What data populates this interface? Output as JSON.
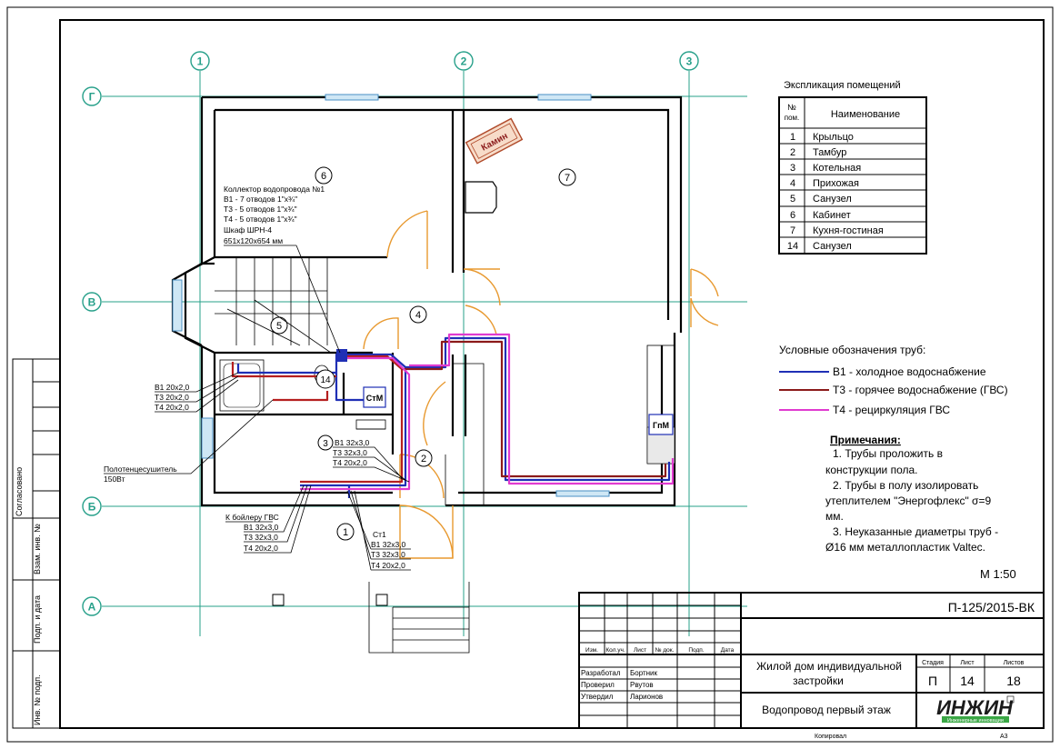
{
  "sheet": {
    "side_labels": [
      "Согласовано",
      "Взам. инв. №",
      "Подп. и дата",
      "Инв. № подп."
    ]
  },
  "axes": {
    "vertical": [
      "1",
      "2",
      "3"
    ],
    "horizontal": [
      "Г",
      "В",
      "Б",
      "А"
    ]
  },
  "rooms": {
    "numbers": [
      "1",
      "2",
      "4",
      "5",
      "6",
      "7",
      "14"
    ],
    "fireplace": "Камин",
    "collectors": [
      "СтМ",
      "ГпМ"
    ]
  },
  "annotations": {
    "collector_lines": [
      "Коллектор водопровода №1",
      "В1 - 7 отводов 1\"х¾\"",
      "Т3 - 5 отводов 1\"х¾\"",
      "Т4 - 5 отводов 1\"х¾\"",
      "Шкаф ШРН-4",
      "651х120х654 мм"
    ],
    "left_pipes": [
      "В1 20х2,0",
      "Т3 20х2,0",
      "Т4 20х2,0"
    ],
    "towel_warmer": [
      "Полотенцесушитель",
      "150Вт"
    ],
    "riser3_num": "3",
    "riser3": [
      "В1 32х3,0",
      "Т3 32х3,0",
      "Т4 20х2,0"
    ],
    "boiler": [
      "К бойлеру ГВС",
      "В1 32х3,0",
      "Т3 32х3,0",
      "Т4 20х2,0"
    ],
    "st1": [
      "Ст1",
      "В1 32х3,0",
      "Т3 32х3,0",
      "Т4 20х2,0"
    ]
  },
  "explication": {
    "title": "Экспликация помещений",
    "col_num": "№",
    "col_num2": "пом.",
    "col_name": "Наименование",
    "rows": [
      {
        "num": "1",
        "name": "Крыльцо"
      },
      {
        "num": "2",
        "name": "Тамбур"
      },
      {
        "num": "3",
        "name": "Котельная"
      },
      {
        "num": "4",
        "name": "Прихожая"
      },
      {
        "num": "5",
        "name": "Санузел"
      },
      {
        "num": "6",
        "name": "Кабинет"
      },
      {
        "num": "7",
        "name": "Кухня-гостиная"
      },
      {
        "num": "14",
        "name": "Санузел"
      }
    ]
  },
  "legend": {
    "title": "Условные обозначения  труб:",
    "items": [
      {
        "label": "В1 - холодное водоснабжение",
        "color": "#1f2fb5"
      },
      {
        "label": "Т3 - горячее водоснабжение (ГВС)",
        "color": "#8b1a1a"
      },
      {
        "label": "Т4 - рециркуляция ГВС",
        "color": "#e03bd0"
      }
    ]
  },
  "notes": {
    "title": "Примечания:",
    "lines": [
      "1. Трубы проложить в",
      "конструкции пола.",
      "2. Трубы в полу изолировать",
      "утеплителем \"Энергофлекс\" σ=9",
      "мм.",
      "3. Неуказанные диаметры труб -",
      "Ø16 мм металлопластик Valtec."
    ]
  },
  "scale": "М 1:50",
  "title_block": {
    "code": "П-125/2015-ВК",
    "header": [
      "Изм.",
      "Кол.уч.",
      "Лист",
      "№ док.",
      "Подп.",
      "Дата"
    ],
    "people": [
      {
        "role": "Разработал",
        "name": "Бортник"
      },
      {
        "role": "Проверил",
        "name": "Рвутов"
      },
      {
        "role": "Утвердил",
        "name": "Ларионов"
      }
    ],
    "project": [
      "Жилой дом индивидуальной",
      "застройки"
    ],
    "stage_label": "Стадия",
    "sheet_label": "Лист",
    "sheets_label": "Листов",
    "stage": "П",
    "sheet": "14",
    "sheets": "18",
    "drawing_title": "Водопровод первый этаж",
    "logo": "ИНЖИН",
    "logo_sub": "Инженерные инновации",
    "copied": "Копировал",
    "format": "А3"
  }
}
